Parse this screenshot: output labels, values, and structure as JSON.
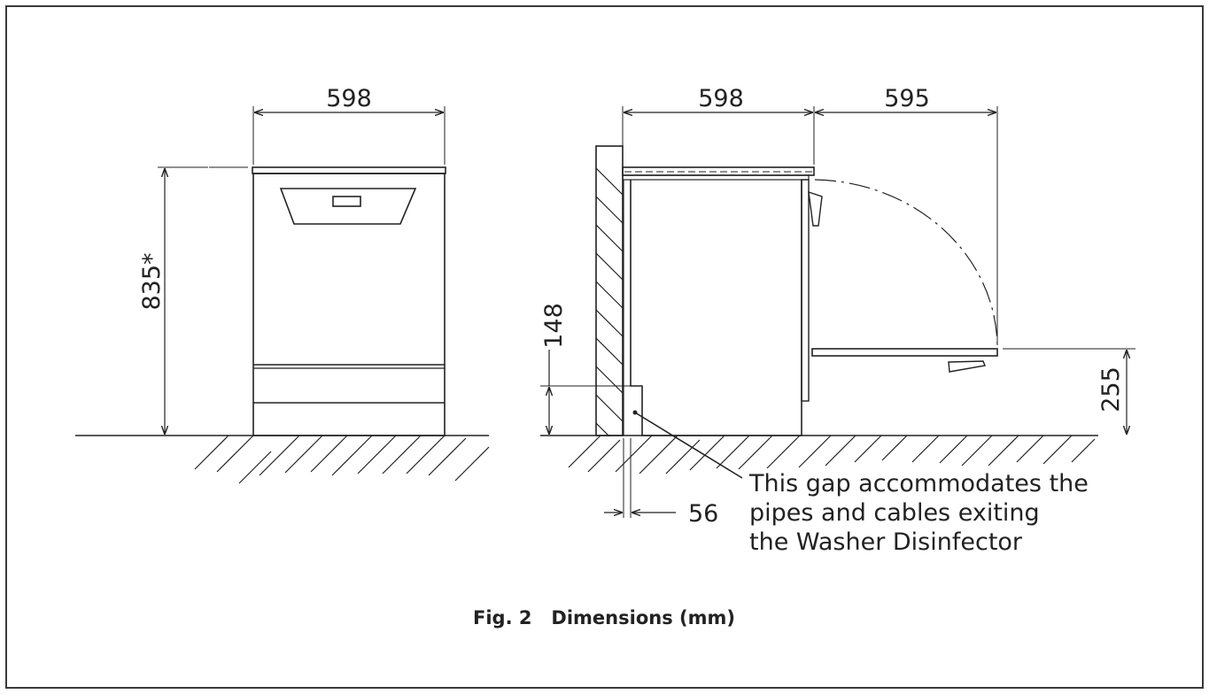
{
  "caption": "Fig. 2   Dimensions (mm)",
  "front_view": {
    "width_label": "598",
    "height_label": "835*"
  },
  "side_view": {
    "depth_label": "598",
    "door_label": "595",
    "gap_height_label": "148",
    "door_height_label": "255",
    "gap_width_label": "56"
  },
  "note_lines": [
    "This gap accommodates the",
    "pipes and cables exiting",
    "the Washer Disinfector"
  ],
  "colors": {
    "line": "#222222",
    "frame": "#3a3a3a",
    "background": "#ffffff"
  }
}
